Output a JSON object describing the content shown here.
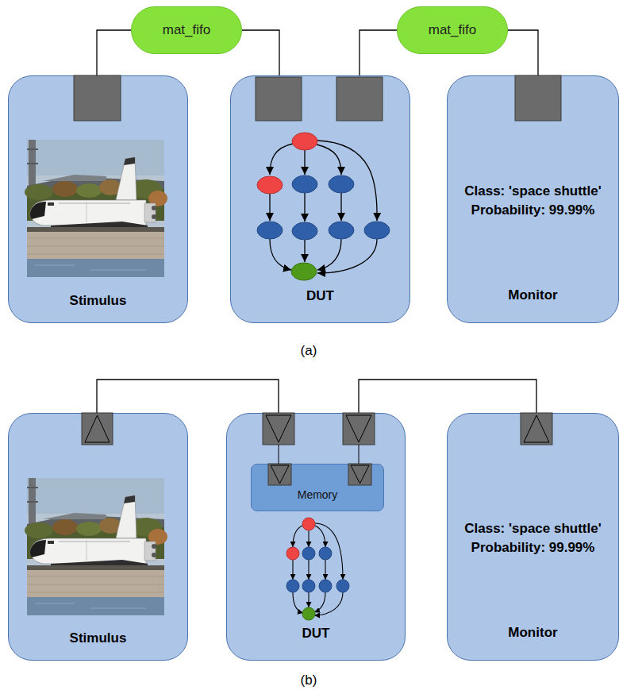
{
  "diagram": {
    "nodes": [
      {
        "text": [
          "Stimulus"
        ]
      },
      {
        "text": [
          "mat_fifo"
        ]
      },
      {
        "text": [
          "DUT"
        ]
      },
      {
        "text": [
          "mat_fifo"
        ]
      },
      {
        "text": [
          "Class: 'space shuttle'",
          "Probability: 99.99%",
          "Monitor"
        ]
      },
      {
        "text": [
          "Stimulus"
        ]
      },
      {
        "text": [
          "DUT"
        ]
      },
      {
        "text": [
          "Memory"
        ],
        "in": 6
      },
      {
        "text": [
          "Class: 'space shuttle'",
          "Probability: 99.99%",
          "Monitor"
        ]
      }
    ],
    "edges": [
      {
        "from": 0,
        "to": 1,
        "arrow": "none"
      },
      {
        "from": 1,
        "to": 2,
        "arrow": "none"
      },
      {
        "from": 2,
        "to": 3,
        "arrow": "none"
      },
      {
        "from": 3,
        "to": 4,
        "arrow": "none"
      },
      {
        "from": 5,
        "to": 6,
        "arrow": "none"
      },
      {
        "from": 6,
        "to": 8,
        "arrow": "none"
      }
    ],
    "labels": [
      "(a)",
      "(b)"
    ]
  }
}
